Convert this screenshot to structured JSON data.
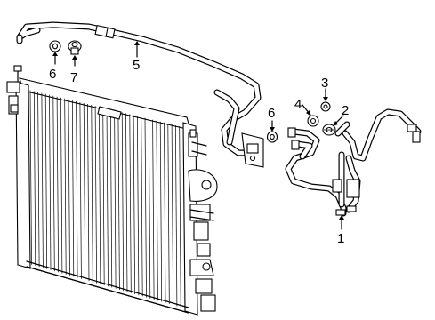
{
  "diagram": {
    "callouts": [
      {
        "id": "c1",
        "text": "1"
      },
      {
        "id": "c2",
        "text": "2"
      },
      {
        "id": "c3",
        "text": "3"
      },
      {
        "id": "c4",
        "text": "4"
      },
      {
        "id": "c5",
        "text": "5"
      },
      {
        "id": "c6a",
        "text": "6"
      },
      {
        "id": "c6b",
        "text": "6"
      },
      {
        "id": "c7",
        "text": "7"
      }
    ]
  }
}
